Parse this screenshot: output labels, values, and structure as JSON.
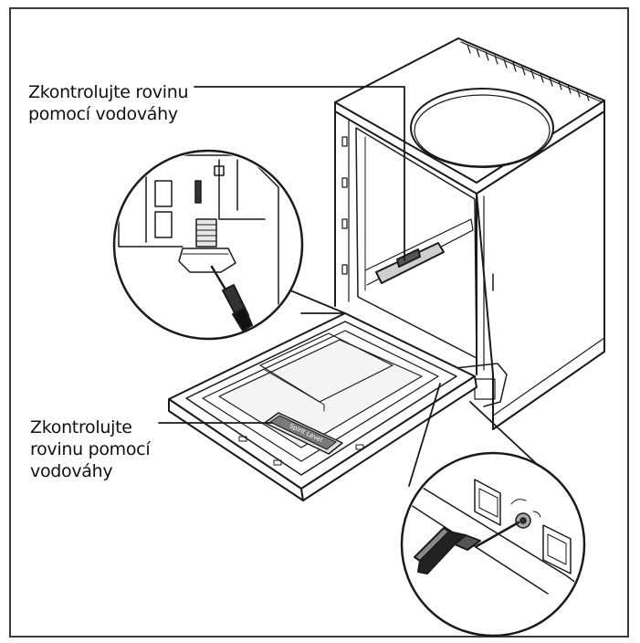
{
  "callouts": {
    "top": {
      "line1": "Zkontrolujte rovinu",
      "line2": "pomocí vodováhy"
    },
    "bottom": {
      "line1": "Zkontrolujte",
      "line2": "rovinu pomocí",
      "line3": "vodováhy"
    }
  },
  "level_tool": {
    "text": "Spirit Level"
  },
  "colors": {
    "stroke": "#1a1a1a",
    "frame": "#3a3a3a",
    "shade": "#d9d9d9",
    "dark": "#555555"
  },
  "icons": [
    "dishwasher-illustration",
    "screwdriver-icon",
    "adjustable-foot-icon",
    "spirit-level-icon"
  ]
}
